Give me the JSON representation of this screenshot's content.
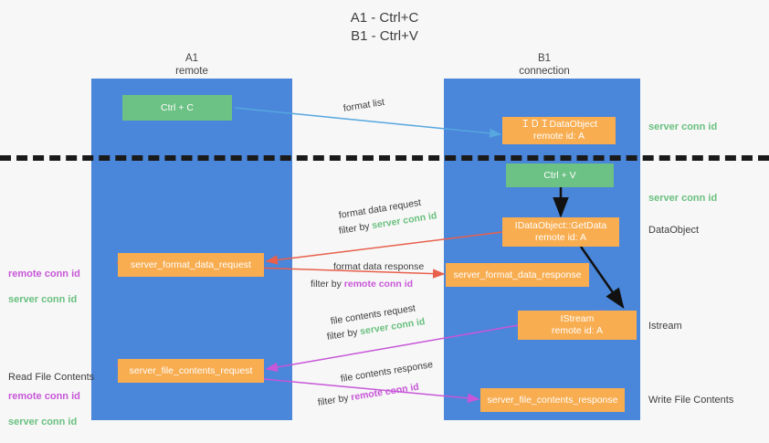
{
  "title": "A1 - Ctrl+C\nB1 - Ctrl+V",
  "colors": {
    "lane": "#4a86d9",
    "green_node": "#6cc184",
    "orange_node": "#f8ad51",
    "server_conn_id": "#69c07f",
    "remote_conn_id": "#c757d8",
    "format_arrow": "#56a7e0",
    "data_arrow": "#e8604c",
    "stream_arrow": "#c757d8",
    "black_arrow": "#111111",
    "background": "#f7f7f7"
  },
  "columns": {
    "a": "A1\nremote",
    "b": "B1\nconnection"
  },
  "nodes": {
    "ctrl_c": "Ctrl + C",
    "idataobject": "ＩＤＩDataObject\nremote id: A",
    "ctrl_v": "Ctrl + V",
    "getdata": "IDataObject::GetData\nremote id: A",
    "server_format_data_request": "server_format_data_request",
    "server_format_data_response": "server_format_data_response",
    "istream": "IStream\nremote id: A",
    "server_file_contents_request": "server_file_contents_request",
    "server_file_contents_response": "server_file_contents_response"
  },
  "edge_labels": {
    "format_list": "format list",
    "format_data_request": "format data request",
    "format_data_request_filter_prefix": "filter by ",
    "format_data_request_filter_key": "server conn id",
    "format_data_response": "format data response",
    "format_data_response_filter_prefix": "filter by ",
    "format_data_response_filter_key": "remote conn id",
    "file_contents_request": "file contents request",
    "file_contents_request_filter_prefix": "filter by ",
    "file_contents_request_filter_key": "server conn id",
    "file_contents_response": "file contents response",
    "file_contents_response_filter_prefix": "filter by ",
    "file_contents_response_filter_key": "remote conn id"
  },
  "right_labels": {
    "server_conn_id_top": "server conn id",
    "server_conn_id_mid": "server conn id",
    "dataobject": "DataObject",
    "istream": "Istream",
    "write_file_contents": "Write File Contents"
  },
  "left_labels": {
    "conn_ids_mid_remote": "remote conn id",
    "conn_ids_mid_server": "server conn id",
    "read_file_contents": "Read File Contents",
    "conn_ids_bottom_remote": "remote conn id",
    "conn_ids_bottom_server": "server conn id"
  }
}
